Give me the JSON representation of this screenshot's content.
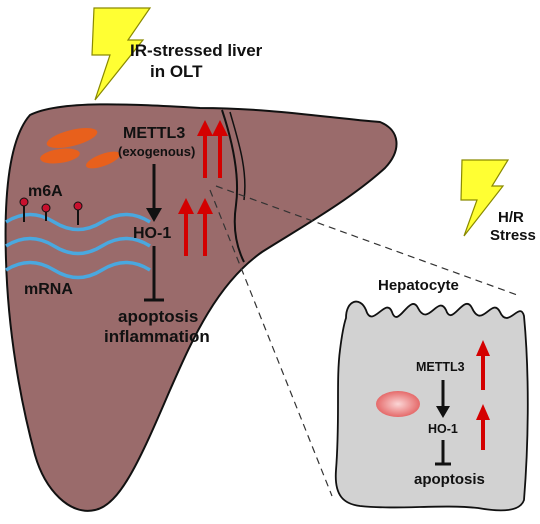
{
  "liver": {
    "title_line1": "IR-stressed liver",
    "title_line2": "in OLT",
    "mettl3_label": "METTL3",
    "mettl3_sub": "(exogenous)",
    "ho1_label": "HO-1",
    "outcome_line1": "apoptosis",
    "outcome_line2": "inflammation",
    "m6a_label": "m6A",
    "mrna_label": "mRNA"
  },
  "stress": {
    "line1": "H/R",
    "line2": "Stress"
  },
  "hepatocyte": {
    "title": "Hepatocyte",
    "mettl3_label": "METTL3",
    "ho1_label": "HO-1",
    "outcome": "apoptosis"
  },
  "colors": {
    "liver_fill": "#9a6b6b",
    "cell_fill": "#d2d2d2",
    "arrow_up": "#d40000",
    "lightning": "#ffff33",
    "mrna": "#4aa8df",
    "organelle": "#e8601c",
    "m6a_dot": "#c8102e",
    "nucleus": "#e88080"
  },
  "icons": [
    "lightning-bolt-icon",
    "up-arrow-icon",
    "down-arrow-icon",
    "inhibition-bar-icon"
  ]
}
